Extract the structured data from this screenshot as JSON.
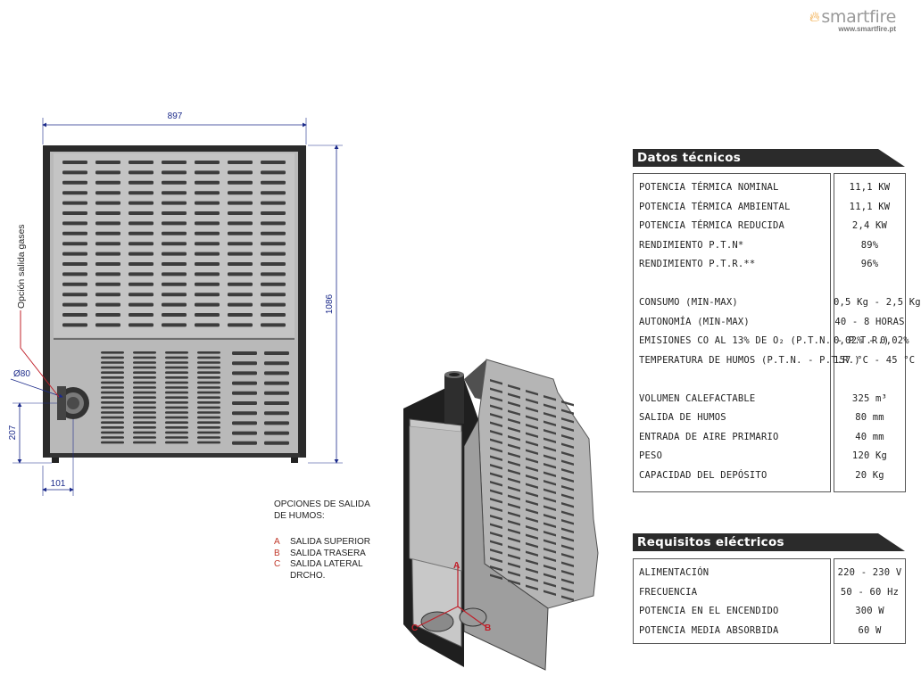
{
  "brand": {
    "name": "smartfire",
    "url": "www.smartfire.pt",
    "flame_color": "#f0a030"
  },
  "drawing": {
    "dim_width": "897",
    "dim_height": "1086",
    "dim_outlet_height": "207",
    "dim_outlet_offset": "101",
    "dim_diameter": "Ø80",
    "outlet_label": "Opción salida gases",
    "markers": {
      "a": "A",
      "b": "B",
      "c": "C"
    }
  },
  "outlet_options": {
    "heading": "OPCIONES DE SALIDA DE HUMOS:",
    "items": [
      {
        "letter": "A",
        "text": "SALIDA SUPERIOR"
      },
      {
        "letter": "B",
        "text": "SALIDA TRASERA"
      },
      {
        "letter": "C",
        "text": "SALIDA LATERAL DRCHO."
      }
    ]
  },
  "datos": {
    "title": "Datos técnicos",
    "rows": [
      {
        "label": "POTENCIA TÉRMICA NOMINAL",
        "value": "11,1 KW"
      },
      {
        "label": "POTENCIA TÉRMICA AMBIENTAL",
        "value": "11,1 KW"
      },
      {
        "label": "POTENCIA TÉRMICA REDUCIDA",
        "value": "2,4 KW"
      },
      {
        "label": "RENDIMIENTO P.T.N*",
        "value": "89%"
      },
      {
        "label": "RENDIMIENTO P.T.R.**",
        "value": "96%"
      },
      {
        "label": "CONSUMO (MIN-MAX)",
        "value": "0,5 Kg - 2,5 Kg"
      },
      {
        "label": "AUTONOMÍA (MIN-MAX)",
        "value": "40 - 8 HORAS"
      },
      {
        "label": "EMISIONES CO AL 13% DE O₂ (P.T.N. - P.T.R.)",
        "value": "0,02% - 0,02%"
      },
      {
        "label": "TEMPERATURA DE HUMOS (P.T.N. - P.T.R.)",
        "value": "157 °C - 45 °C"
      },
      {
        "label": "VOLUMEN CALEFACTABLE",
        "value": "325 m³"
      },
      {
        "label": "SALIDA DE HUMOS",
        "value": "80 mm"
      },
      {
        "label": "ENTRADA DE AIRE PRIMARIO",
        "value": "40 mm"
      },
      {
        "label": "PESO",
        "value": "120 Kg"
      },
      {
        "label": "CAPACIDAD DEL DEPÓSITO",
        "value": "20 Kg"
      }
    ]
  },
  "electricos": {
    "title": "Requisitos eléctricos",
    "rows": [
      {
        "label": "ALIMENTACIÓN",
        "value": "220 - 230 V"
      },
      {
        "label": "FRECUENCIA",
        "value": "50 - 60 Hz"
      },
      {
        "label": "POTENCIA EN EL ENCENDIDO",
        "value": "300 W"
      },
      {
        "label": "POTENCIA MEDIA ABSORBIDA",
        "value": "60 W"
      }
    ]
  }
}
